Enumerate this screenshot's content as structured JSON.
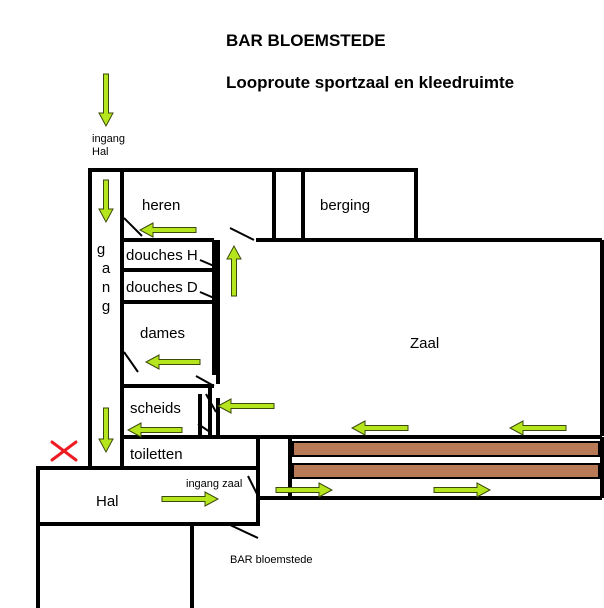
{
  "title": "BAR BLOEMSTEDE",
  "subtitle": "Looproute sportzaal en kleedruimte",
  "entrance_label_line1": "ingang",
  "entrance_label_line2": "Hal",
  "corridor_letters": [
    "g",
    "a",
    "n",
    "g"
  ],
  "rooms": {
    "heren": "heren",
    "berging": "berging",
    "douches_h": "douches H",
    "douches_d": "douches D",
    "dames": "dames",
    "scheids": "scheids",
    "toiletten": "toiletten",
    "hal": "Hal",
    "zaal": "Zaal"
  },
  "ingang_zaal": "ingang zaal",
  "bar_label": "BAR bloemstede",
  "colors": {
    "walls": "#000000",
    "arrow_fill": "#b5e61d",
    "arrow_stroke": "#3a4a0a",
    "bench_fill": "#b97a57",
    "blocked_mark": "#ed1c24"
  },
  "blocked_marker": "red-x"
}
